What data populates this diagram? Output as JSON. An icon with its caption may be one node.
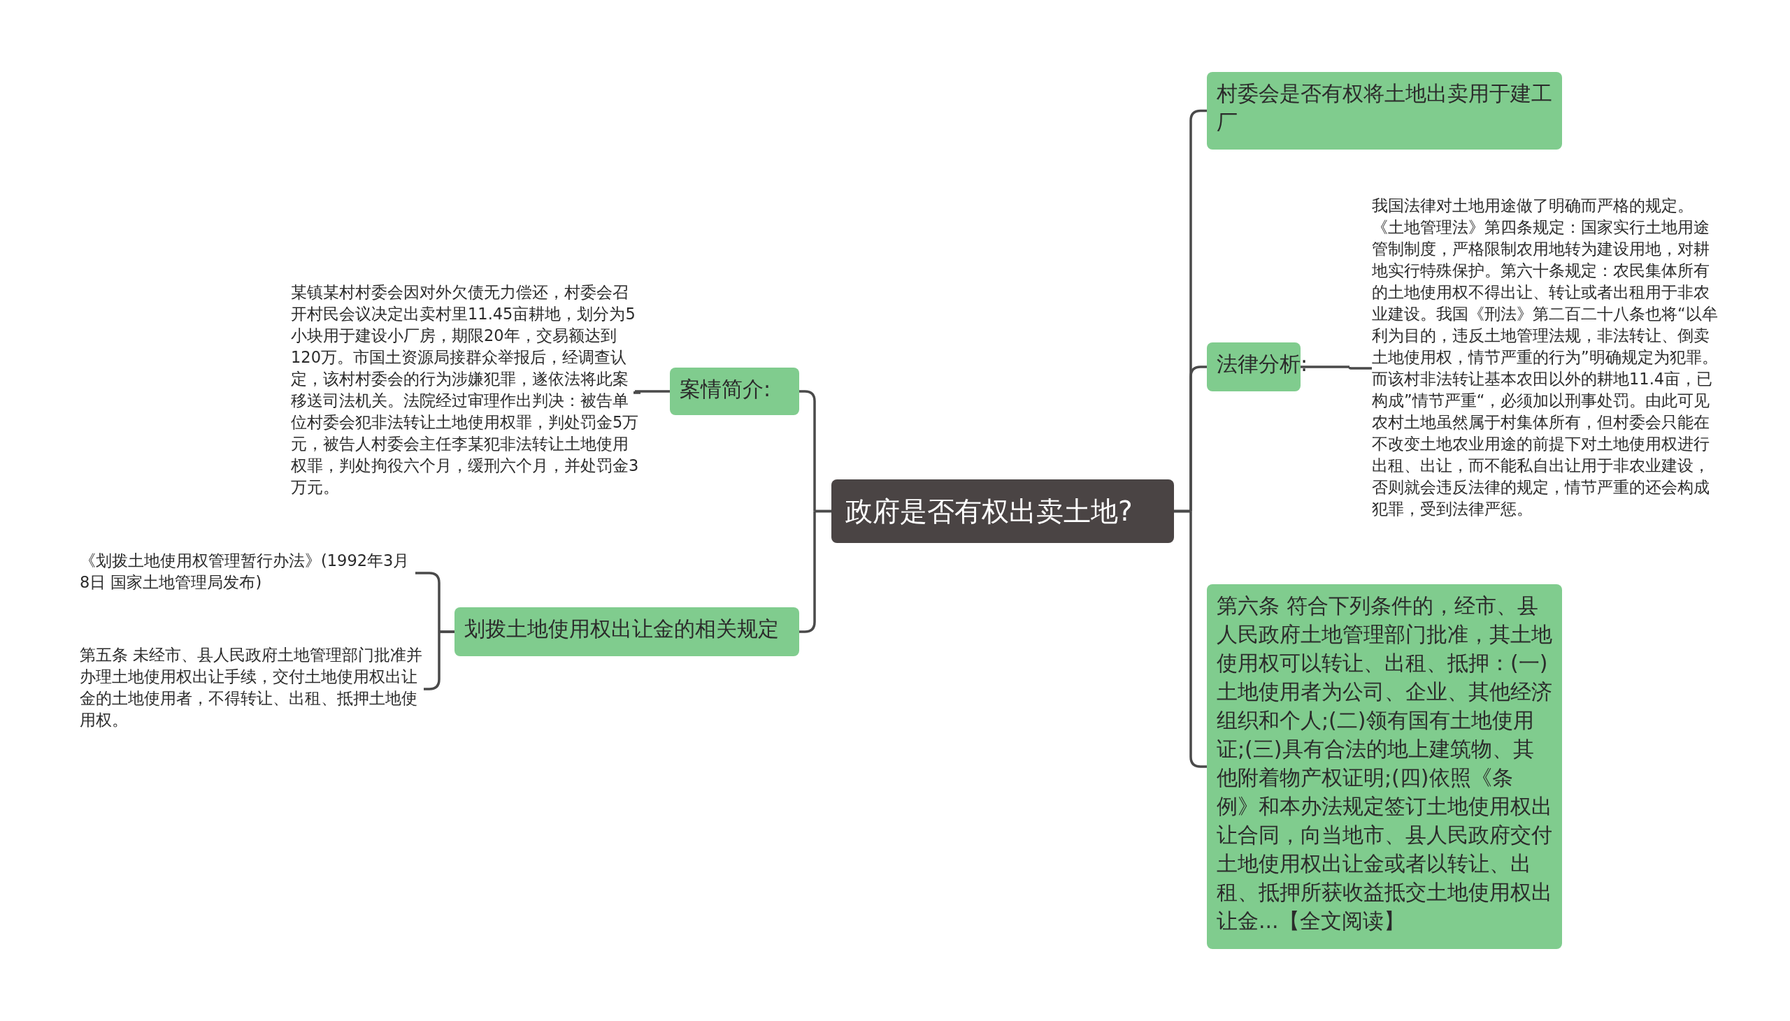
{
  "diagram": {
    "nodes": [
      {
        "text": [
          "政府是否有权出卖土地?"
        ]
      },
      {
        "text": [
          "案情简介:"
        ]
      },
      {
        "text": [
          "某镇某村村委会因对外欠债无力偿还，村委会召开村民会议决定出卖村里11.45亩耕地，划分为5小块用于建设小厂房，期限20年，交易额达到120万。市国土资源局接群众举报后，经调查认定，该村村委会的行为涉嫌犯罪，遂依法将此案移送司法机关。法院经过审理作出判决：被告单位村委会犯非法转让土地使用权罪，判处罚金5万元，被告人村委会主任李某犯非法转让土地使用权罪，判处拘役六个月，缓刑六个月，并处罚金3万元。"
        ]
      },
      {
        "text": [
          "划拨土地使用权出让金的相关规定"
        ]
      },
      {
        "text": [
          "《划拨土地使用权管理暂行办法》(1992年3月8日 国家土地管理局发布)"
        ]
      },
      {
        "text": [
          "第五条 未经市、县人民政府土地管理部门批准并办理土地使用权出让手续，交付土地使用权出让金的土地使用者，不得转让、出租、抵押土地使用权。"
        ]
      },
      {
        "text": [
          "村委会是否有权将土地出卖用于建工厂"
        ]
      },
      {
        "text": [
          "法律分析:"
        ]
      },
      {
        "text": [
          "我国法律对土地用途做了明确而严格的规定。《土地管理法》第四条规定：国家实行土地用途管制制度，严格限制农用地转为建设用地，对耕地实行特殊保护。第六十条规定：农民集体所有的土地使用权不得出让、转让或者出租用于非农业建设。我国《刑法》第二百二十八条也将“以牟利为目的，违反土地管理法规，非法转让、倒卖土地使用权，情节严重的行为”明确规定为犯罪。而该村非法转让基本农田以外的耕地11.4亩，已构成”情节严重“，必须加以刑事处罚。由此可见农村土地虽然属于村集体所有，但村委会只能在不改变土地农业用途的前提下对土地使用权进行出租、出让，而不能私自出让用于非农业建设，否则就会违反法律的规定，情节严重的还会构成犯罪，受到法律严惩。"
        ]
      },
      {
        "text": [
          "第六条 符合下列条件的，经市、县人民政府土地管理部门批准，其土地使用权可以转让、出租、抵押：(一)土地使用者为公司、企业、其他经济组织和个人;(二)领有国有土地使用证;(三)具有合法的地上建筑物、其他附着物产权证明;(四)依照《条例》和本办法规定签订土地使用权出让合同，向当地市、县人民政府交付土地使用权出让金或者以转让、出租、抵押所获收益抵交土地使用权出让金...【全文阅读】"
        ]
      }
    ],
    "edges": [
      {
        "from": 0,
        "to": 1,
        "arrow": "none"
      },
      {
        "from": 0,
        "to": 3,
        "arrow": "none"
      },
      {
        "from": 0,
        "to": 6,
        "arrow": "none"
      },
      {
        "from": 0,
        "to": 7,
        "arrow": "none"
      },
      {
        "from": 0,
        "to": 9,
        "arrow": "none"
      },
      {
        "from": 1,
        "to": 2,
        "arrow": "none"
      },
      {
        "from": 3,
        "to": 4,
        "arrow": "none"
      },
      {
        "from": 3,
        "to": 5,
        "arrow": "none"
      },
      {
        "from": 7,
        "to": 8,
        "arrow": "none"
      }
    ]
  }
}
